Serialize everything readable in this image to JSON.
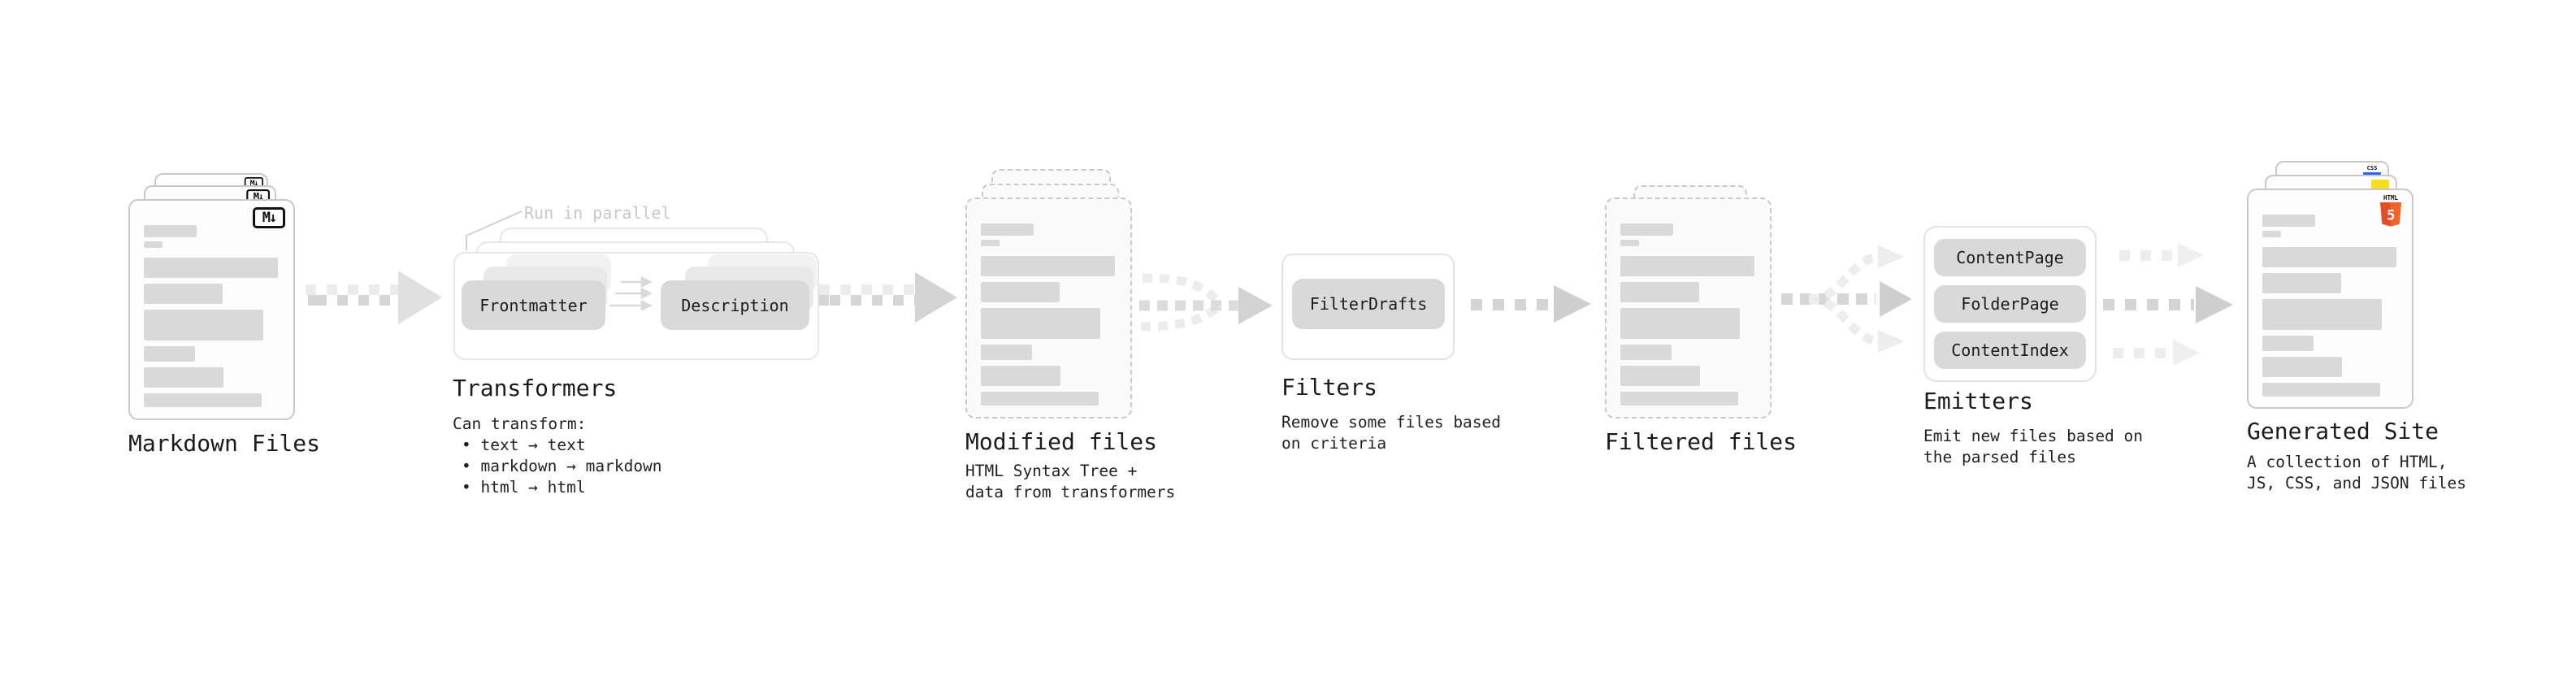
{
  "diagram": {
    "markdown": {
      "label": "Markdown Files",
      "badge": "M↓"
    },
    "transformers": {
      "note": "Run in parallel",
      "node_left": "Frontmatter",
      "node_right": "Description",
      "heading": "Transformers",
      "desc_title": "Can transform:",
      "bullets": [
        "• text → text",
        "• markdown → markdown",
        "• html → html"
      ]
    },
    "modified": {
      "label": "Modified files",
      "desc": "HTML Syntax Tree +\ndata from transformers"
    },
    "filters": {
      "heading": "Filters",
      "node": "FilterDrafts",
      "desc": "Remove some files based\non criteria"
    },
    "filtered": {
      "label": "Filtered files"
    },
    "emitters": {
      "heading": "Emitters",
      "nodes": [
        "ContentPage",
        "FolderPage",
        "ContentIndex"
      ],
      "desc": "Emit new files based on\nthe parsed files"
    },
    "generated": {
      "label": "Generated Site",
      "desc": "A collection of HTML,\nJS, CSS, and JSON files",
      "css_badge": "CSS",
      "html_badge": "HTML",
      "html_number": "5"
    }
  },
  "colors": {
    "node_fill": "#d9d9d9",
    "placeholder_bar": "#d9d9d9",
    "arrow_dark": "#d4d4d4",
    "arrow_light": "#ececec",
    "css_blue": "#2965f1",
    "js_yellow": "#f7df1e",
    "html_orange": "#e44d26",
    "html_orange_light": "#f16529"
  }
}
